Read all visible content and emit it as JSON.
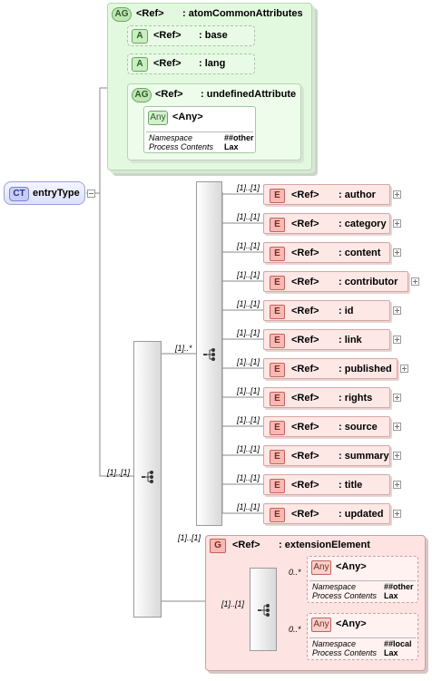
{
  "common": {
    "ref": "<Ref>",
    "any": "<Any>",
    "namespace_label": "Namespace",
    "process_label": "Process Contents"
  },
  "complex_type": {
    "badge": "CT",
    "name": "entryType"
  },
  "attribute_group": {
    "badge": "AG",
    "name": ": atomCommonAttributes",
    "attributes": [
      {
        "badge": "A",
        "name": ": base"
      },
      {
        "badge": "A",
        "name": ": lang"
      }
    ],
    "inner_group": {
      "badge": "AG",
      "name": ": undefinedAttribute",
      "any": {
        "badge": "Any",
        "namespace": "##other",
        "process": "Lax"
      }
    }
  },
  "outer_sequence": {
    "multiplicity": "[1]..[1]"
  },
  "choice": {
    "multiplicity": "[1]..*"
  },
  "elements": [
    {
      "badge": "E",
      "name": ": author",
      "multiplicity": "[1]..[1]"
    },
    {
      "badge": "E",
      "name": ": category",
      "multiplicity": "[1]..[1]"
    },
    {
      "badge": "E",
      "name": ": content",
      "multiplicity": "[1]..[1]"
    },
    {
      "badge": "E",
      "name": ": contributor",
      "multiplicity": "[1]..[1]"
    },
    {
      "badge": "E",
      "name": ": id",
      "multiplicity": "[1]..[1]"
    },
    {
      "badge": "E",
      "name": ": link",
      "multiplicity": "[1]..[1]"
    },
    {
      "badge": "E",
      "name": ": published",
      "multiplicity": "[1]..[1]"
    },
    {
      "badge": "E",
      "name": ": rights",
      "multiplicity": "[1]..[1]"
    },
    {
      "badge": "E",
      "name": ": source",
      "multiplicity": "[1]..[1]"
    },
    {
      "badge": "E",
      "name": ": summary",
      "multiplicity": "[1]..[1]"
    },
    {
      "badge": "E",
      "name": ": title",
      "multiplicity": "[1]..[1]"
    },
    {
      "badge": "E",
      "name": ": updated",
      "multiplicity": "[1]..[1]"
    }
  ],
  "extension_group": {
    "badge": "G",
    "name": ": extensionElement",
    "multiplicity": "[1]..[1]",
    "sequence_multiplicity": "[1]..[1]",
    "anys": [
      {
        "badge": "Any",
        "multiplicity": "0..*",
        "namespace": "##other",
        "process": "Lax"
      },
      {
        "badge": "Any",
        "multiplicity": "0..*",
        "namespace": "##local",
        "process": "Lax"
      }
    ]
  }
}
